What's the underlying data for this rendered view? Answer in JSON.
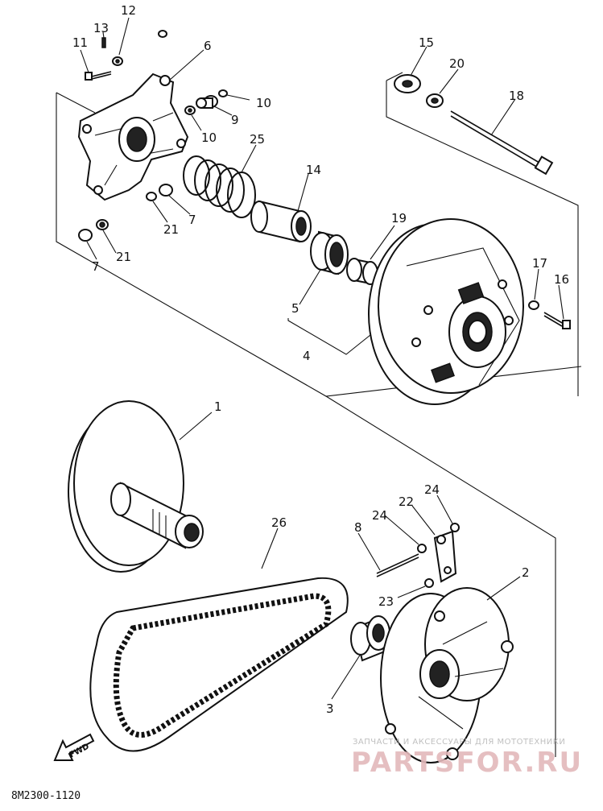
{
  "diagram": {
    "code": "8M2300-1120",
    "fwd_label": "FWD",
    "watermark": {
      "line1": "ЗАПЧАСТИ И АКСЕССУАРЫ ДЛЯ МОТОТЕХНИКИ",
      "line2": "PARTSFOR.RU"
    },
    "callouts": [
      {
        "id": "c1",
        "text": "1"
      },
      {
        "id": "c2",
        "text": "2"
      },
      {
        "id": "c3",
        "text": "3"
      },
      {
        "id": "c4",
        "text": "4"
      },
      {
        "id": "c5",
        "text": "5"
      },
      {
        "id": "c6",
        "text": "6"
      },
      {
        "id": "c7a",
        "text": "7"
      },
      {
        "id": "c7b",
        "text": "7"
      },
      {
        "id": "c8",
        "text": "8"
      },
      {
        "id": "c9",
        "text": "9"
      },
      {
        "id": "c10a",
        "text": "10"
      },
      {
        "id": "c10b",
        "text": "10"
      },
      {
        "id": "c11",
        "text": "11"
      },
      {
        "id": "c12",
        "text": "12"
      },
      {
        "id": "c13",
        "text": "13"
      },
      {
        "id": "c14",
        "text": "14"
      },
      {
        "id": "c15",
        "text": "15"
      },
      {
        "id": "c16",
        "text": "16"
      },
      {
        "id": "c17",
        "text": "17"
      },
      {
        "id": "c18",
        "text": "18"
      },
      {
        "id": "c19",
        "text": "19"
      },
      {
        "id": "c20",
        "text": "20"
      },
      {
        "id": "c21a",
        "text": "21"
      },
      {
        "id": "c21b",
        "text": "21"
      },
      {
        "id": "c22",
        "text": "22"
      },
      {
        "id": "c23",
        "text": "23"
      },
      {
        "id": "c24a",
        "text": "24"
      },
      {
        "id": "c24b",
        "text": "24"
      },
      {
        "id": "c25",
        "text": "25"
      },
      {
        "id": "c26",
        "text": "26"
      }
    ]
  }
}
